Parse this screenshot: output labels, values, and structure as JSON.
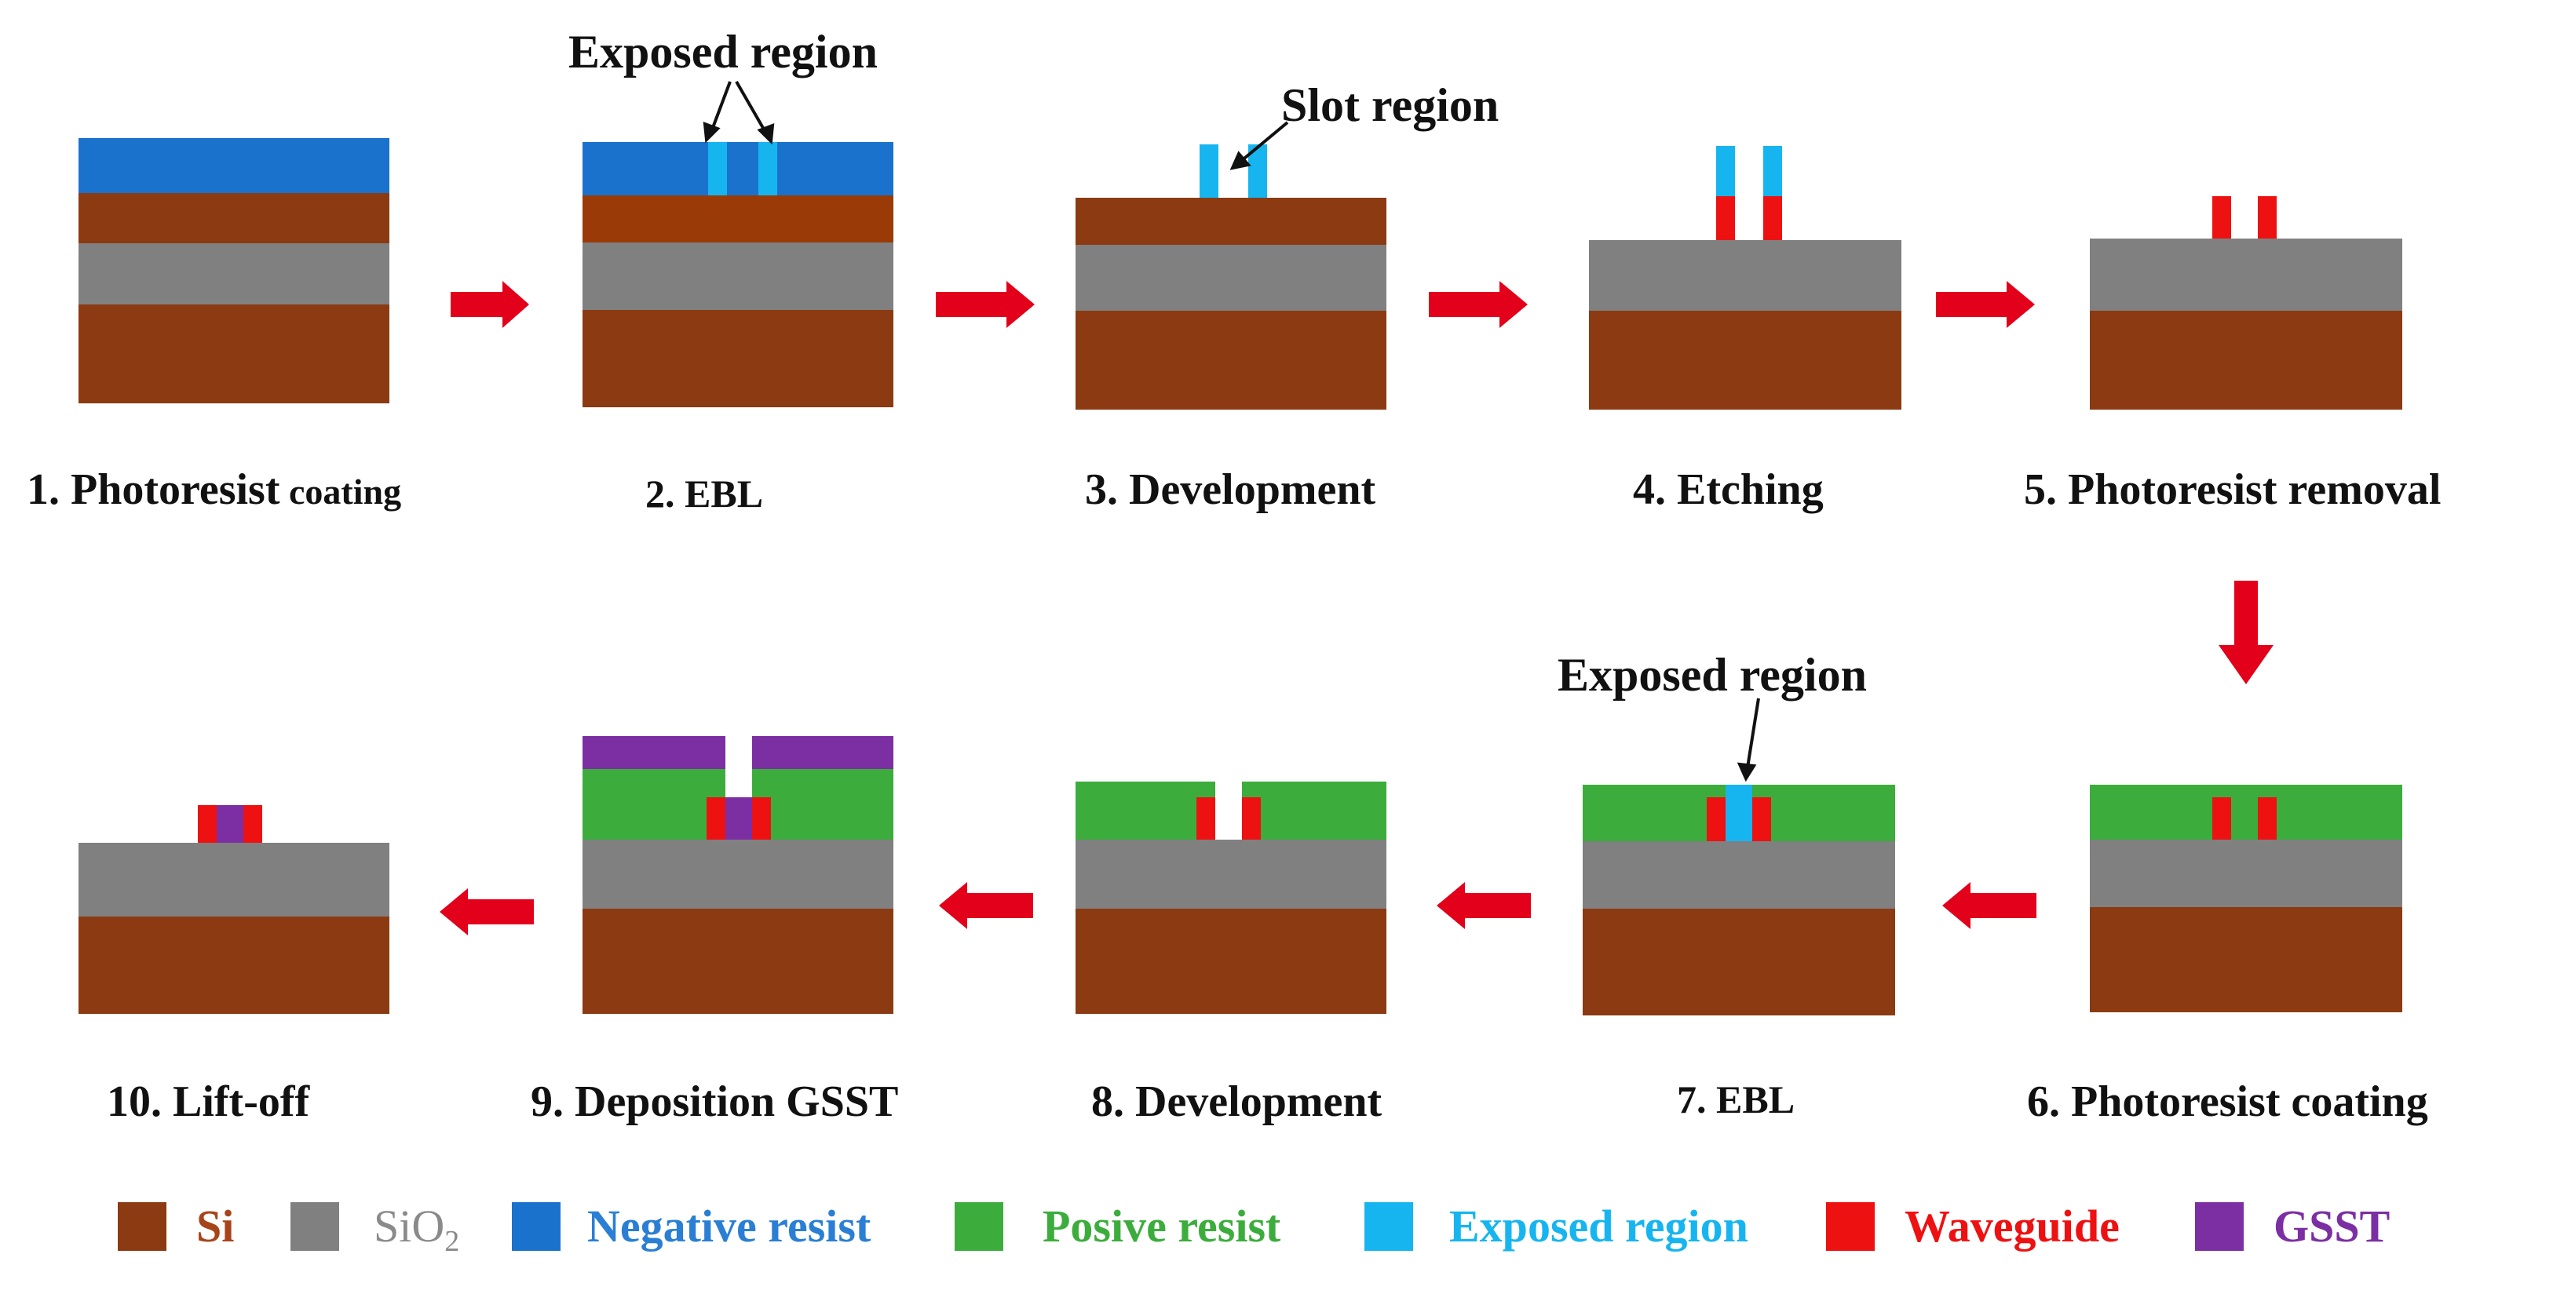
{
  "colors": {
    "si": "#8b3a12",
    "sio2": "#808080",
    "negative_resist": "#1a72cc",
    "positive_resist": "#3cad3c",
    "exposed_region": "#17b5ef",
    "waveguide": "#ee1111",
    "gsst": "#7b2fa3",
    "arrow": "#e3001b"
  },
  "annotations": {
    "exposed_top": "Exposed region",
    "slot": "Slot region",
    "exposed_bottom": "Exposed region"
  },
  "steps": {
    "s1": {
      "num": "1. Photoresist",
      "small": " coating"
    },
    "s2": "2. EBL",
    "s3": "3. Development",
    "s4": "4. Etching",
    "s5": "5. Photoresist removal",
    "s6": "6. Photoresist coating",
    "s7": "7. EBL",
    "s8": "8. Development",
    "s9": "9. Deposition GSST",
    "s10": "10. Lift-off"
  },
  "legend": {
    "si": "Si",
    "sio2_main": "SiO",
    "sio2_sub": "2",
    "negative_resist": "Negative resist",
    "positive_resist": "Posive resist",
    "exposed_region": "Exposed region",
    "waveguide": "Waveguide",
    "gsst": "GSST"
  }
}
